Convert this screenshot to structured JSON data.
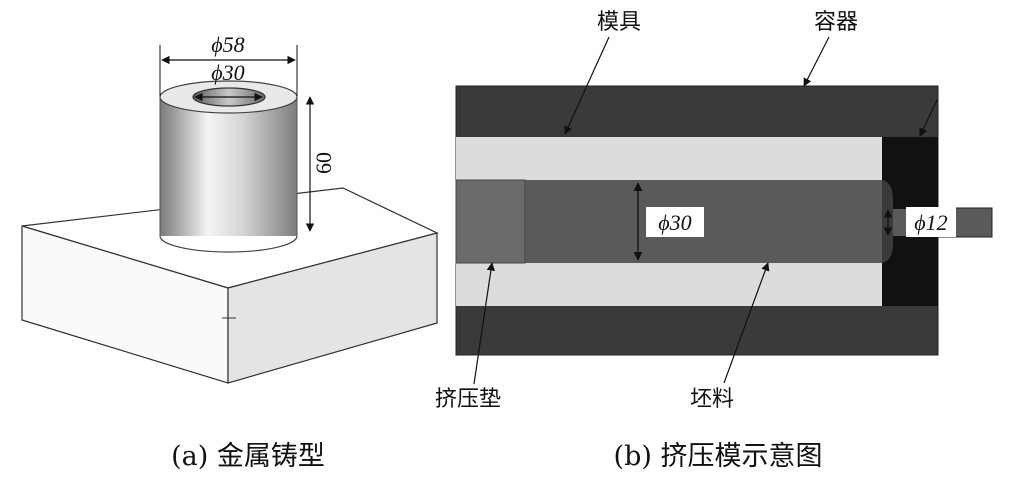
{
  "panel_a": {
    "caption": "(a) 金属铸型",
    "dim_outer": "ϕ58",
    "dim_inner": "ϕ30",
    "dim_height": "60"
  },
  "panel_b": {
    "caption": "(b) 挤压模示意图",
    "label_die": "模具",
    "label_container": "容器",
    "label_pad": "挤压垫",
    "label_billet": "坯料",
    "dim_billet": "ϕ30",
    "dim_exit": "ϕ12"
  },
  "colors": {
    "container": "#3a3a3a",
    "die_liner": "#dcdcdc",
    "billet": "#5a5a5a",
    "pad": "#6b6b6b",
    "die_insert": "#111111",
    "extrudate": "#5a5a5a"
  }
}
